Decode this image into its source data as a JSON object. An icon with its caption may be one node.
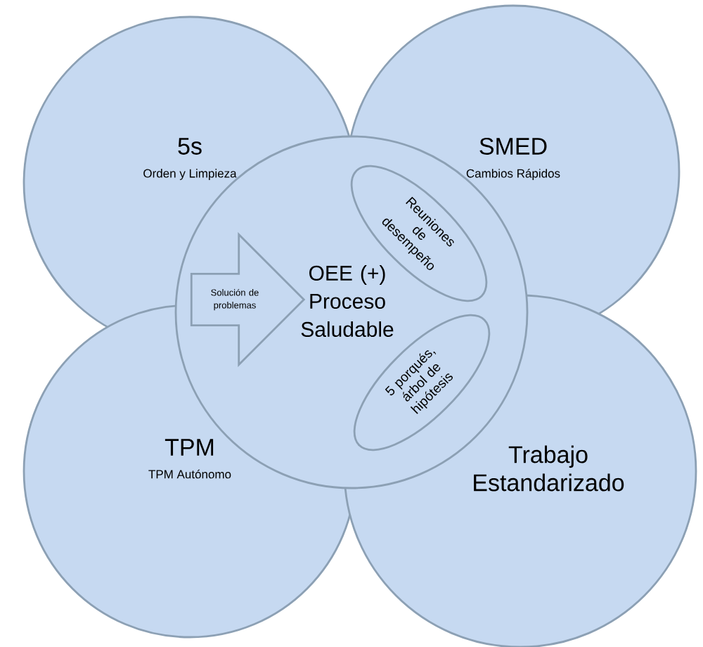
{
  "diagram": {
    "nodes": [
      {
        "text": [
          "5s",
          "Orden y Limpieza"
        ]
      },
      {
        "text": [
          "SMED",
          "Cambios Rápidos"
        ]
      },
      {
        "text": [
          "TPM",
          "TPM Autónomo"
        ]
      },
      {
        "text": [
          "Trabajo Estandarizado"
        ]
      },
      {
        "text": [
          "OEE (+) Proceso Saludable"
        ]
      },
      {
        "text": [
          "Reuniones de desempeño"
        ]
      },
      {
        "text": [
          "5 porqués, árbol de hipótesis"
        ]
      },
      {
        "text": [
          "Solución de problemas"
        ],
        "in": 4
      }
    ]
  }
}
